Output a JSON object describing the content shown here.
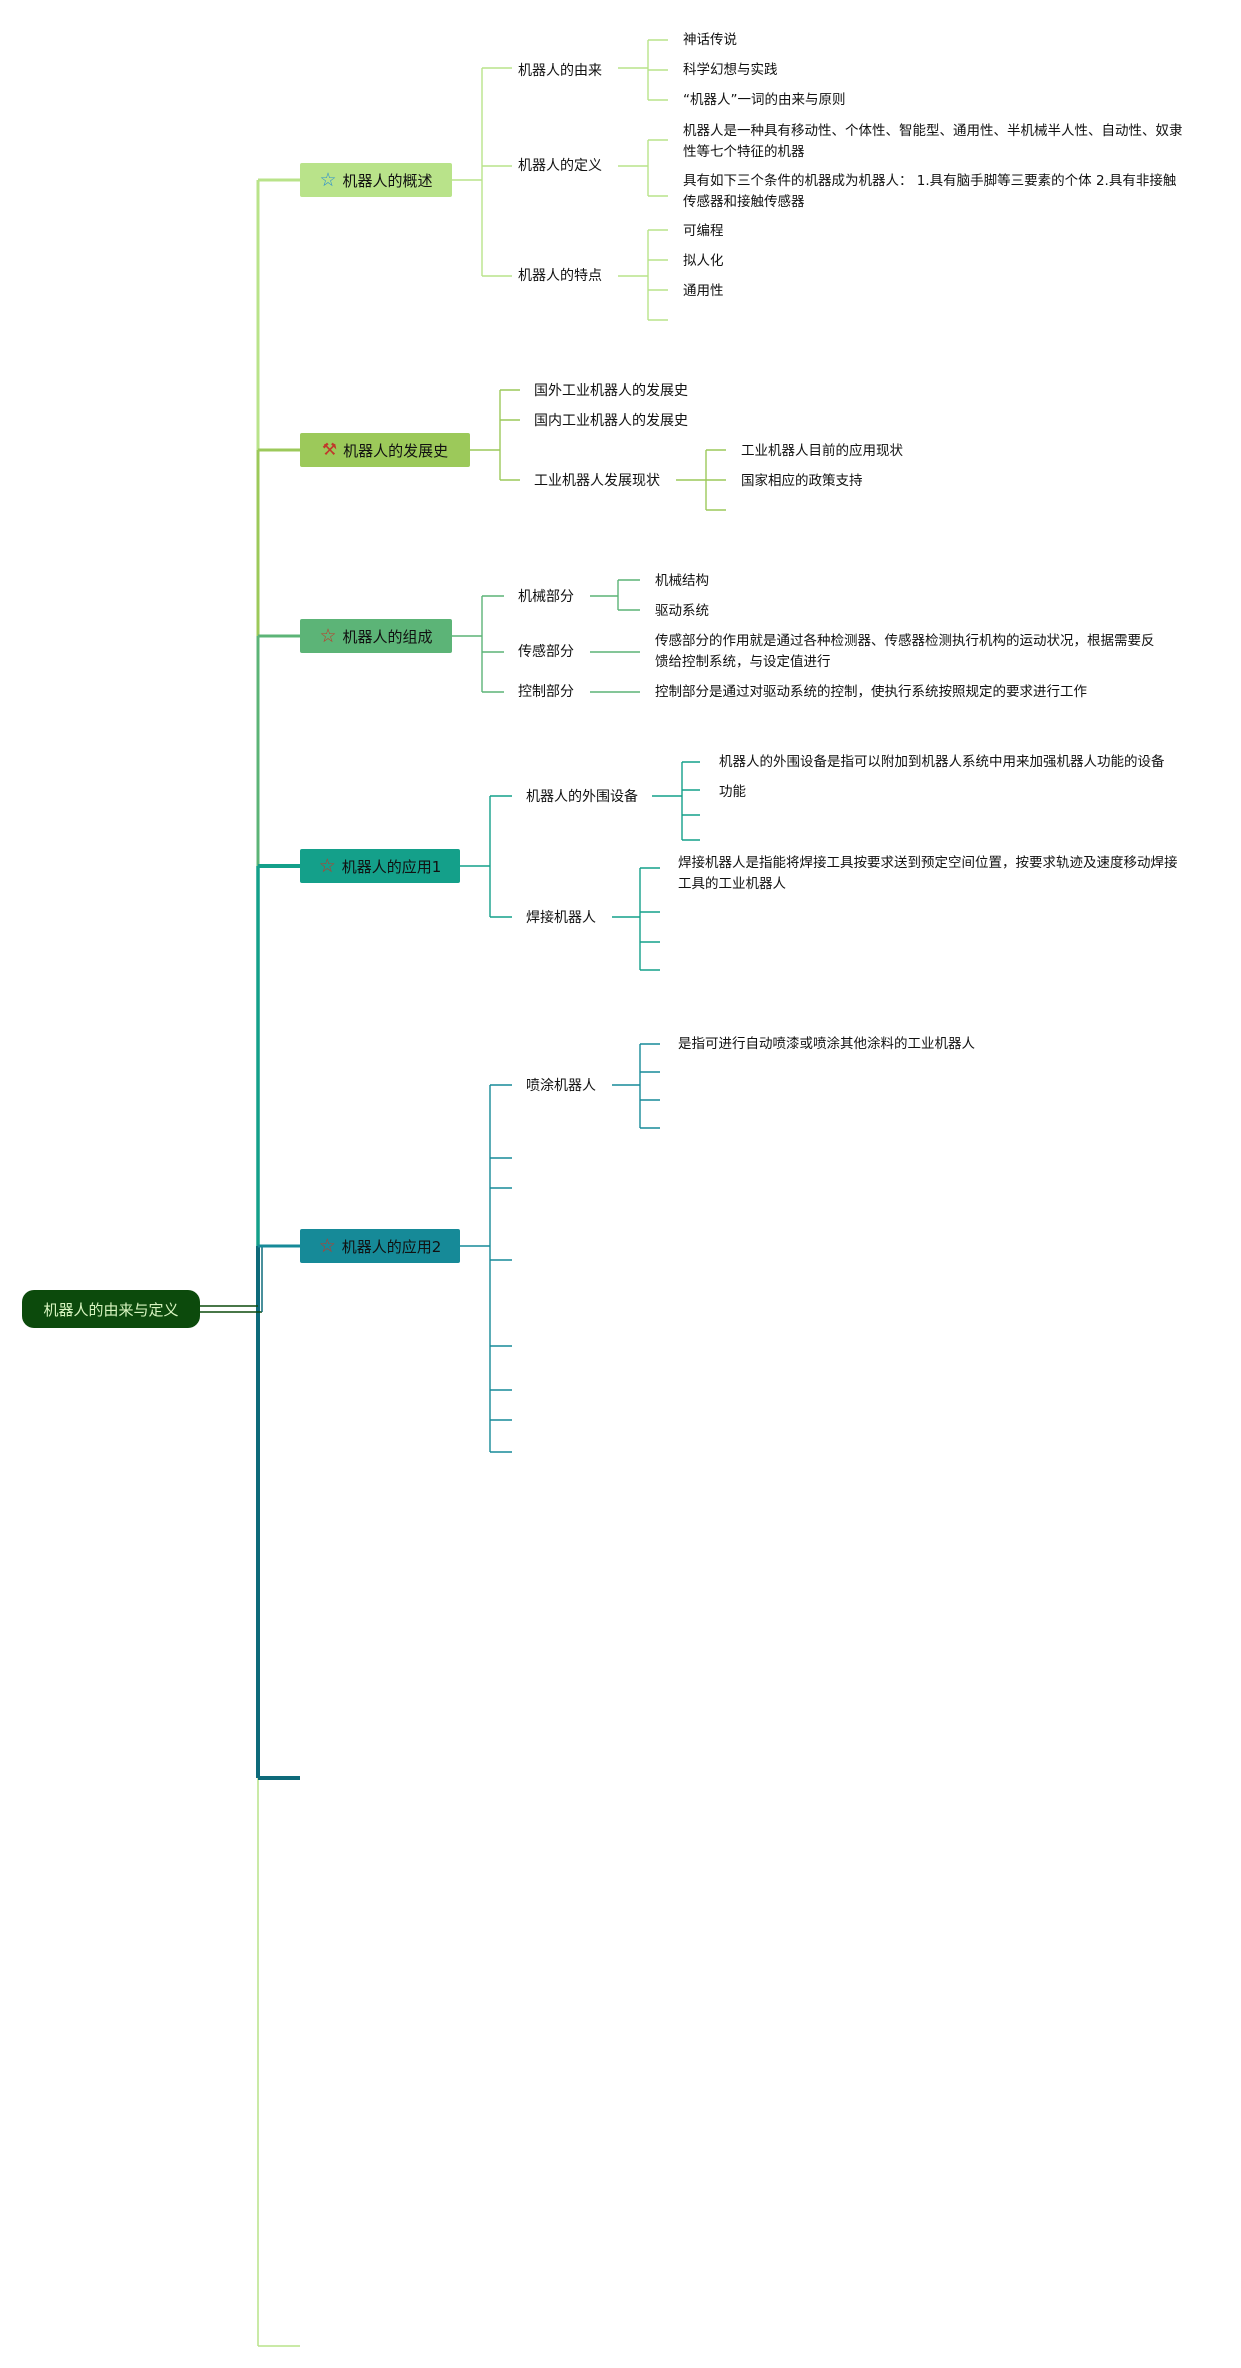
{
  "root": {
    "label": "机器人的由来与定义"
  },
  "colors": {
    "root_bg": "#0c4a0c",
    "b1": "#b9e38a",
    "b2": "#9cc95a",
    "b3": "#5cb477",
    "b4": "#14a08a",
    "b5": "#168a98",
    "trunk_end": "#0e6a7a"
  },
  "branches": [
    {
      "label": "机器人的概述",
      "icon": "star-outline-icon",
      "glyph": "☆",
      "children": [
        {
          "label": "机器人的由来",
          "children": [
            "神话传说",
            "科学幻想与实践",
            "“机器人”一词的由来与原则"
          ]
        },
        {
          "label": "机器人的定义",
          "children": [
            "机器人是一种具有移动性、个体性、智能型、通用性、半机械半人性、自动性、奴隶性等七个特征的机器",
            "具有如下三个条件的机器成为机器人： 1.具有脑手脚等三要素的个体 2.具有非接触传感器和接触传感器"
          ]
        },
        {
          "label": "机器人的特点",
          "children": [
            "可编程",
            "拟人化",
            "通用性"
          ]
        }
      ]
    },
    {
      "label": "机器人的发展史",
      "icon": "hammer-icon",
      "glyph": "⚒",
      "children": [
        {
          "label": "国外工业机器人的发展史",
          "children": []
        },
        {
          "label": "国内工业机器人的发展史",
          "children": []
        },
        {
          "label": "工业机器人发展现状",
          "children": [
            "工业机器人目前的应用现状",
            "国家相应的政策支持"
          ]
        }
      ]
    },
    {
      "label": "机器人的组成",
      "icon": "star-outline-icon",
      "glyph": "☆",
      "children": [
        {
          "label": "机械部分",
          "children": [
            "机械结构",
            "驱动系统"
          ]
        },
        {
          "label": "传感部分",
          "children": [
            "传感部分的作用就是通过各种检测器、传感器检测执行机构的运动状况，根据需要反馈给控制系统，与设定值进行"
          ]
        },
        {
          "label": "控制部分",
          "children": [
            "控制部分是通过对驱动系统的控制，使执行系统按照规定的要求进行工作"
          ]
        }
      ]
    },
    {
      "label": "机器人的应用1",
      "icon": "star-outline-icon",
      "glyph": "☆",
      "children": [
        {
          "label": "机器人的外围设备",
          "children": [
            "机器人的外围设备是指可以附加到机器人系统中用来加强机器人功能的设备",
            "功能"
          ]
        },
        {
          "label": "焊接机器人",
          "children": [
            "焊接机器人是指能将焊接工具按要求送到预定空间位置，按要求轨迹及速度移动焊接工具的工业机器人"
          ]
        }
      ]
    },
    {
      "label": "机器人的应用2",
      "icon": "star-outline-icon",
      "glyph": "☆",
      "children": [
        {
          "label": "喷涂机器人",
          "children": [
            "是指可进行自动喷漆或喷涂其他涂料的工业机器人"
          ]
        }
      ]
    }
  ]
}
